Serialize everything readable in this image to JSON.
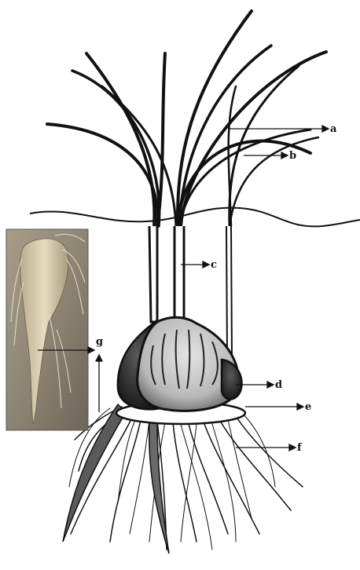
{
  "labels": {
    "a": "a",
    "b": "b",
    "c": "c",
    "d": "d",
    "e": "e",
    "f": "f",
    "g": "g"
  },
  "colors": {
    "ink": "#111111",
    "corm_light": "#d6d6d6",
    "corm_dark": "#3a3a3a",
    "photo_bg": "#8f8676",
    "root_photo": "#d9cfb4"
  },
  "icons": {
    "photo": "contractile-root-photo"
  }
}
